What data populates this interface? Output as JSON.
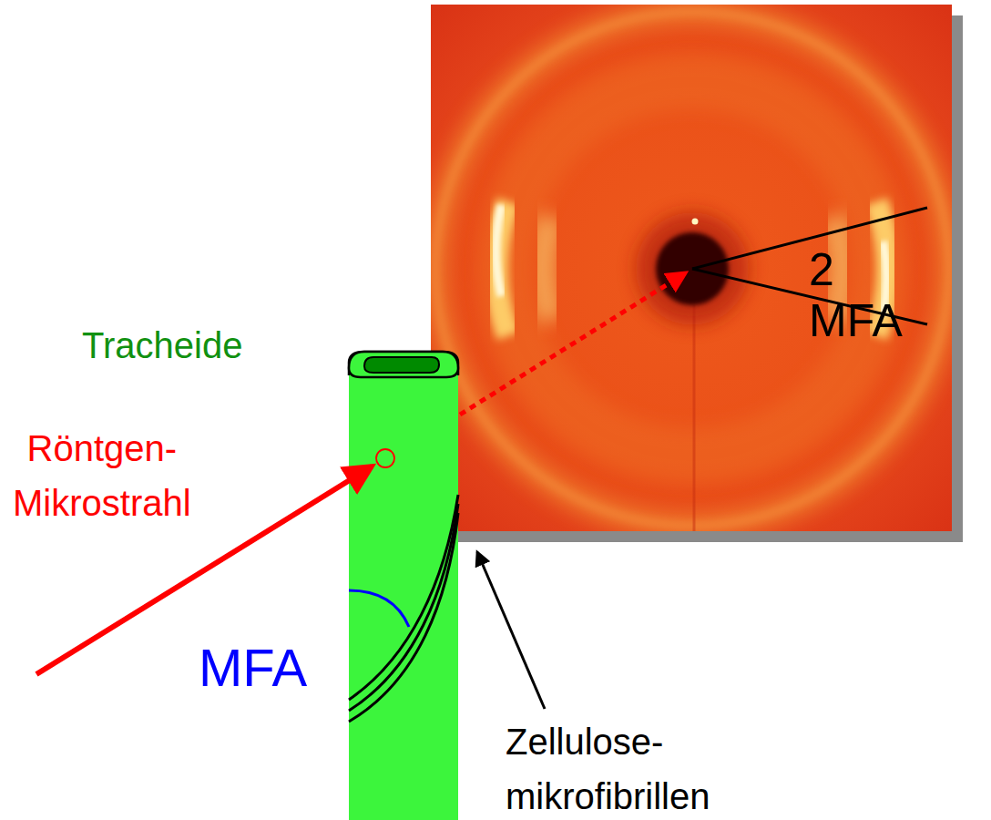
{
  "diagram": {
    "labels": [
      "Tracheide",
      "Röntgen- Mikrostrahl",
      "MFA",
      "2 MFA",
      "Zellulose- mikrofibrillen"
    ]
  }
}
